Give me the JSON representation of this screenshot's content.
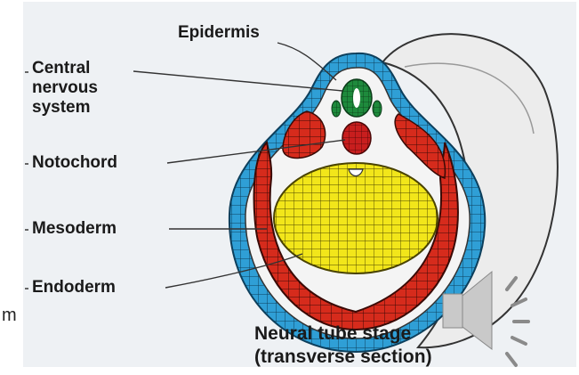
{
  "labels": {
    "epidermis": "Epidermis",
    "cns": "Central\nnervous\nsystem",
    "notochord": "Notochord",
    "mesoderm": "Mesoderm",
    "endoderm": "Endoderm"
  },
  "caption": "Neural tube stage\n(transverse section)",
  "edge_fragment": "m",
  "colors": {
    "epidermis": "#2f9fd6",
    "mesoderm": "#d62b1c",
    "endoderm": "#f2e61a",
    "neural_tube": "#1e8a3c",
    "notochord": "#c81e1e",
    "yolk_cap": "#ececec",
    "panel": "#eef1f4"
  },
  "icons": {
    "speaker": "speaker-volume-icon"
  }
}
